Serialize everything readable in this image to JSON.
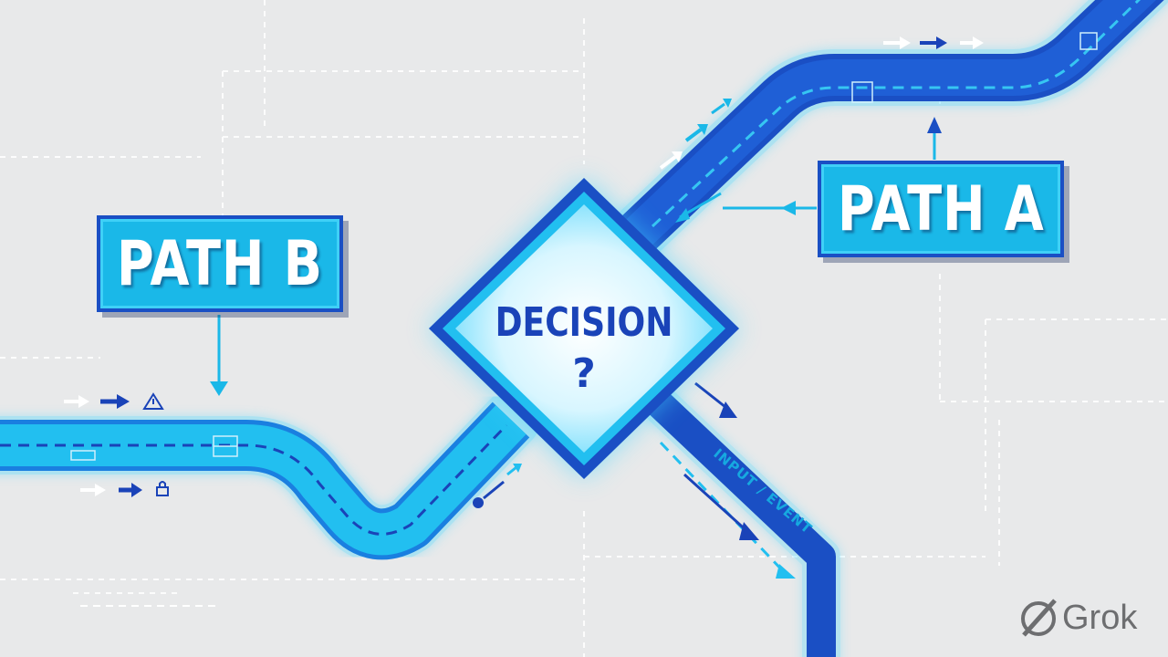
{
  "diagram": {
    "decision_label": "DECISION",
    "decision_mark": "?",
    "path_a_label": "PATH A",
    "path_b_label": "PATH B",
    "input_event_label": "INPUT / EVENT",
    "colors": {
      "background": "#e8e9ea",
      "path_dark": "#1a4fc4",
      "path_light": "#1ab8e8",
      "glow": "#3fd7ff",
      "label_fill": "#1ab8e8",
      "label_border": "#1a4fc4"
    },
    "icons": [
      "arrow-right-icon",
      "warning-icon",
      "lock-icon",
      "key-icon",
      "gate-icon"
    ]
  },
  "watermark": {
    "brand": "Grok"
  }
}
